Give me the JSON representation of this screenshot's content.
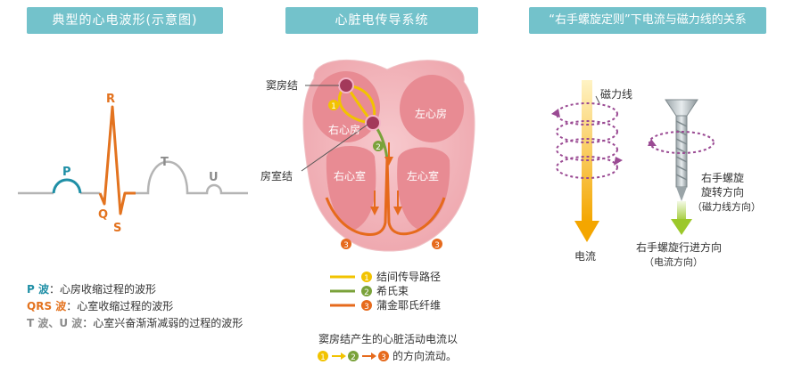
{
  "panels": {
    "ecg": {
      "title": "典型的心电波形(示意图)",
      "wave_labels": {
        "p": "P",
        "q": "Q",
        "r": "R",
        "s": "S",
        "t": "T",
        "u": "U"
      },
      "legend": [
        {
          "key": "P 波",
          "text": "：心房收缩过程的波形",
          "color": "#1f8fa6"
        },
        {
          "key": "QRS 波",
          "text": "：心室收缩过程的波形",
          "color": "#e3731f"
        },
        {
          "key": "T 波、U 波",
          "text": "：心室兴奋渐渐减弱的过程的波形",
          "color": "#8c8c8c"
        }
      ]
    },
    "heart": {
      "title": "心脏电传导系统",
      "labels": {
        "sinus_node": "窦房结",
        "av_node": "房室结",
        "right_atrium": "右心房",
        "left_atrium": "左心房",
        "right_ventricle": "右心室",
        "left_ventricle": "左心室"
      },
      "markers": {
        "m1": "1",
        "m2": "2",
        "m3": "3"
      },
      "legend": [
        {
          "num": "1",
          "text": "结间传导路径",
          "color": "#f2c300"
        },
        {
          "num": "2",
          "text": "希氏束",
          "color": "#7aa23a"
        },
        {
          "num": "3",
          "text": "蒲金耶氏纤维",
          "color": "#e66a1c"
        }
      ],
      "caption_line1": "窦房结产生的心脏活动电流以",
      "caption_line2": "的方向流动。"
    },
    "rule": {
      "title": "“右手螺旋定则”下电流与磁力线的关系",
      "labels": {
        "magnetic_lines": "磁力线",
        "current": "电流",
        "rotation_l1": "右手螺旋",
        "rotation_l2": "旋转方向",
        "rotation_l3": "（磁力线方向）",
        "advance_l1": "右手螺旋行进方向",
        "advance_l2": "（电流方向）"
      }
    }
  },
  "colors": {
    "banner": "#73c2cb",
    "ecg_line": "#b4b4b4",
    "p_wave": "#1f8fa6",
    "qrs": "#e3731f",
    "yellow": "#f2c300",
    "green": "#7aa23a",
    "orange": "#e66a1c",
    "purple": "#9a4a93",
    "heart_pink": "#f3b7bd",
    "chamber": "#e88b93"
  }
}
